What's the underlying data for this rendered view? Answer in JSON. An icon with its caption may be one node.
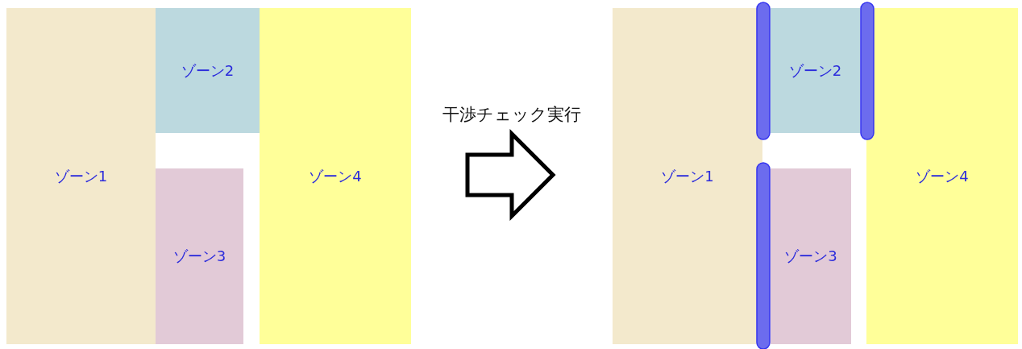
{
  "diagram": {
    "nodes": [
      {
        "text": [
          "ゾーン1"
        ]
      },
      {
        "text": [
          "ゾーン2"
        ]
      },
      {
        "text": [
          "ゾーン3"
        ]
      },
      {
        "text": [
          "ゾーン4"
        ]
      },
      {
        "text": [
          "ゾーン1"
        ]
      },
      {
        "text": [
          "ゾーン2"
        ]
      },
      {
        "text": [
          "ゾーン3"
        ]
      },
      {
        "text": [
          "ゾーン4"
        ]
      },
      {
        "text": [],
        "shape": "bar"
      },
      {
        "text": [],
        "shape": "bar"
      },
      {
        "text": [],
        "shape": "bar"
      }
    ],
    "labels": [
      "干渉チェック実行"
    ]
  }
}
